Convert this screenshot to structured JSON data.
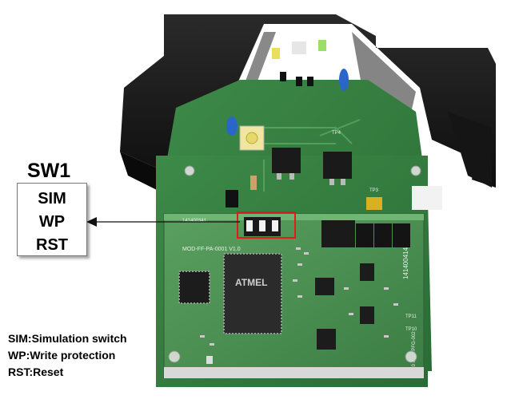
{
  "callout": {
    "title": "SW1",
    "items": [
      "SIM",
      "WP",
      "RST"
    ]
  },
  "legend": [
    {
      "abbr": "SIM",
      "text": "Simulation switch"
    },
    {
      "abbr": "WP",
      "text": "Write protection"
    },
    {
      "abbr": "RST",
      "text": "Reset"
    }
  ],
  "board_labels": {
    "top_silkscreen": "MOD-FF-PA-0001 V1.0",
    "chip": "ATMEL",
    "serial": "141400414",
    "code": "141400341",
    "tp": [
      "TP4",
      "TP3",
      "TP11",
      "TP10"
    ],
    "vertical_code": "W1.0 8V-WPFG-002"
  },
  "colors": {
    "pcb_green": "#2f7a3c",
    "housing": "#1e1e1e",
    "highlight": "#e01b1b"
  }
}
